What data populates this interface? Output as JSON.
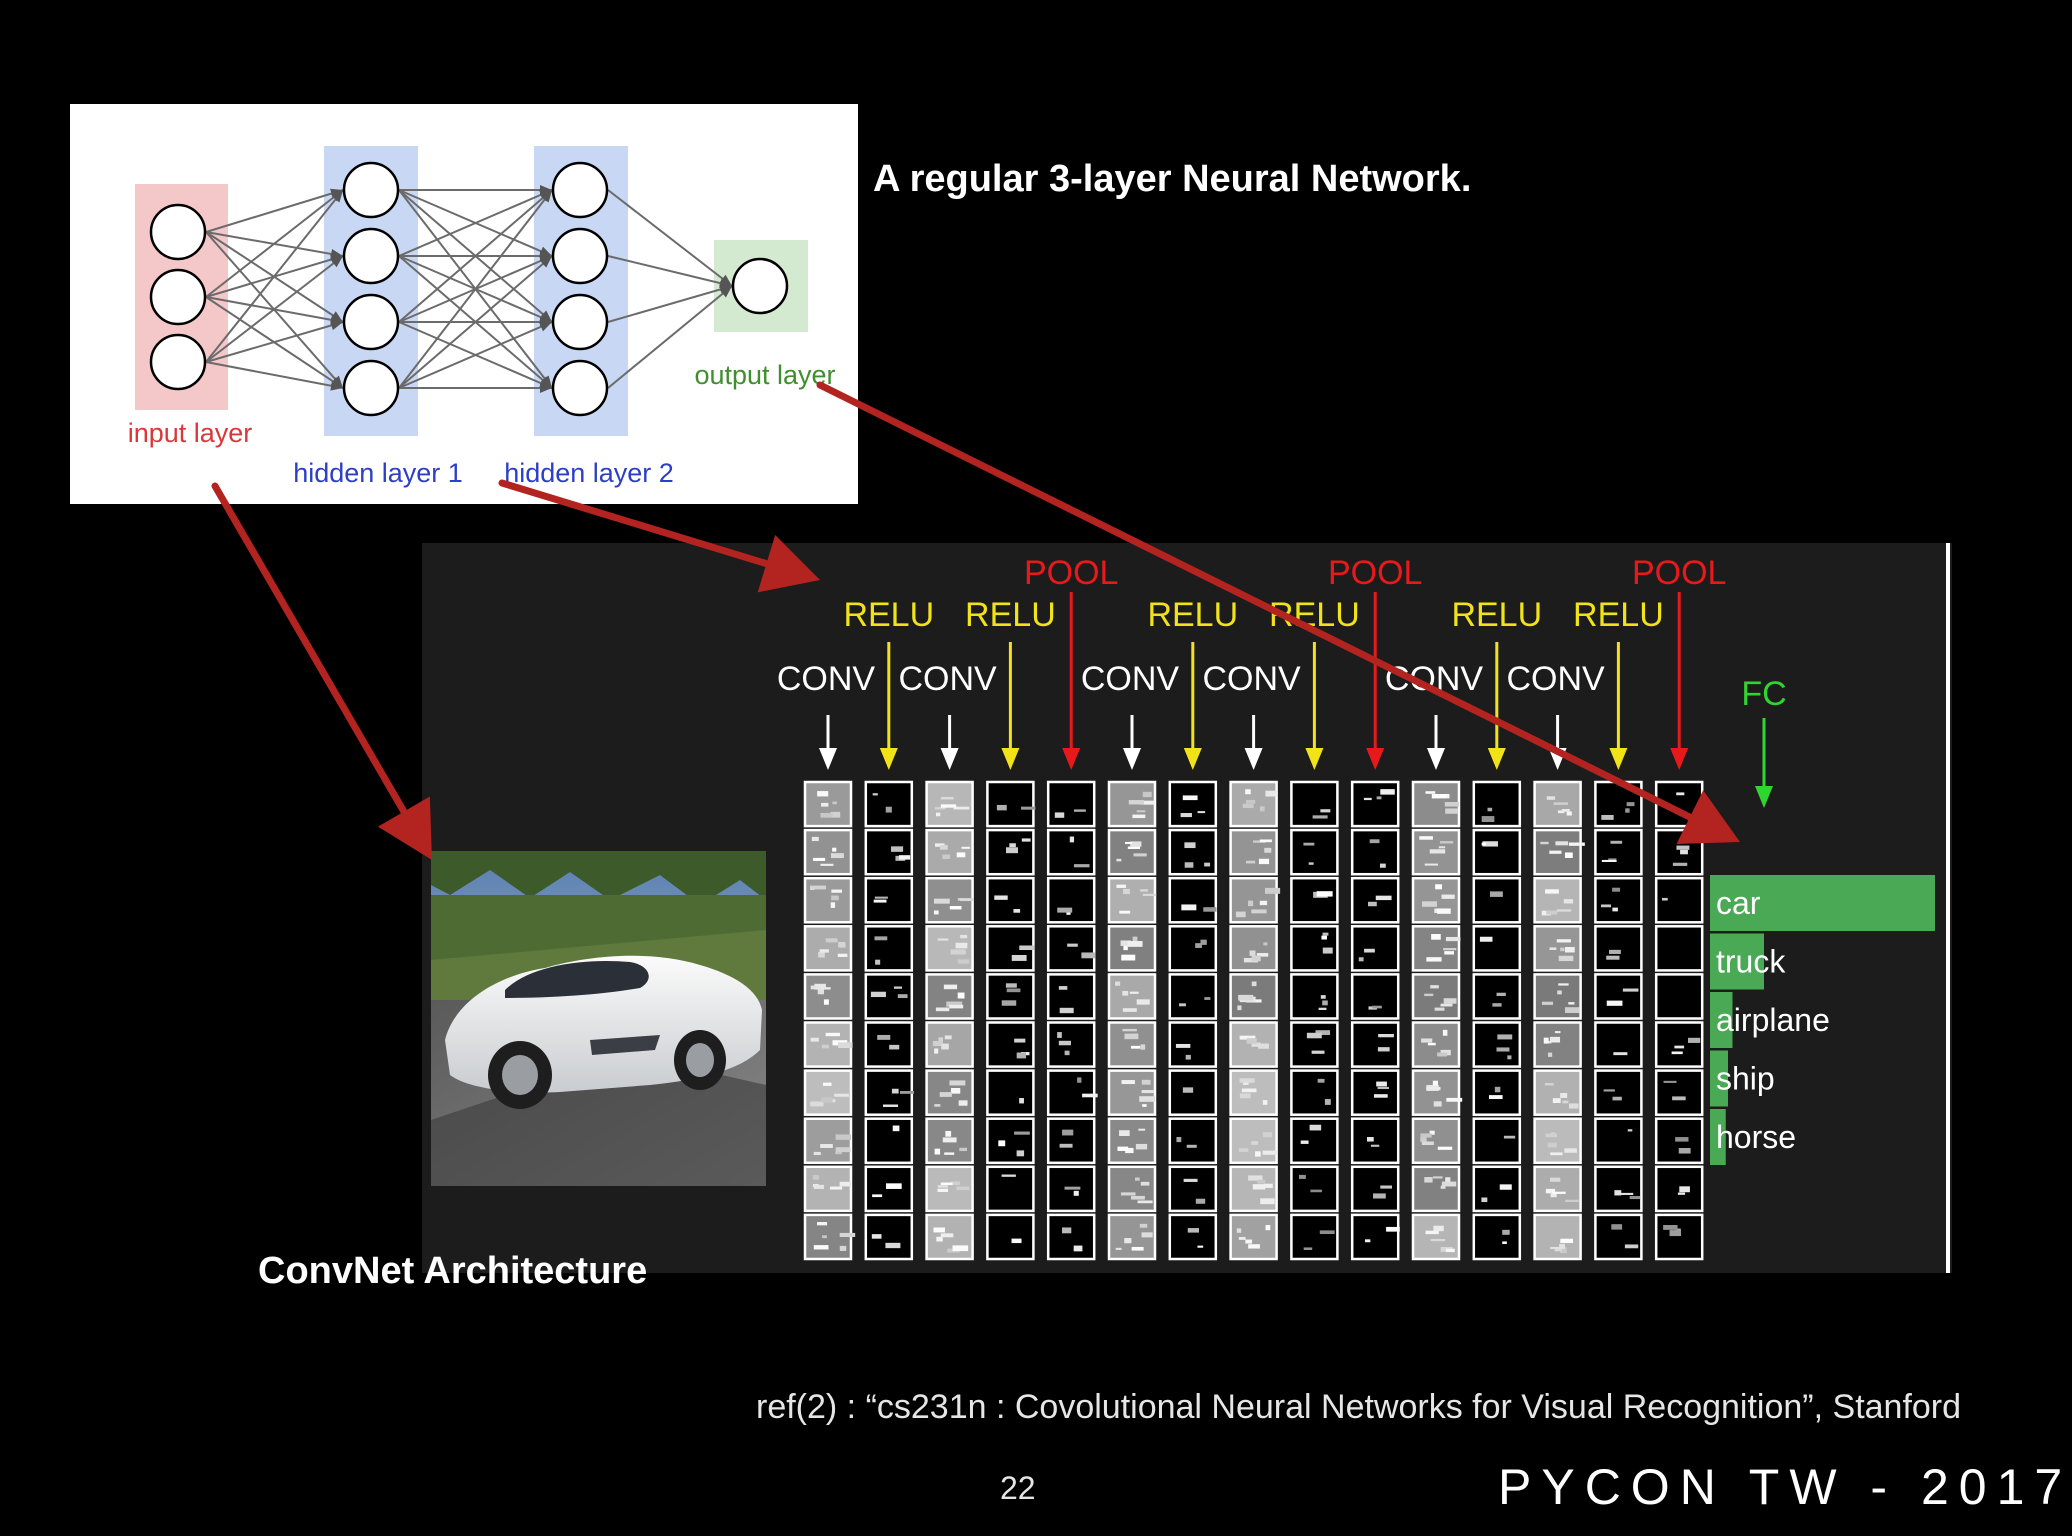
{
  "slide": {
    "nn_title": "A regular 3-layer Neural Network.",
    "convnet_title": "ConvNet Architecture",
    "reference": "ref(2) : “cs231n : Covolutional Neural Networks for Visual Recognition”, Stanford",
    "page_number": "22",
    "brand": "PYCON TW - 2017"
  },
  "neural_network": {
    "layers": [
      {
        "label": "input layer",
        "neurons": 3,
        "color": "#d9383a",
        "band": "#f4c7c9"
      },
      {
        "label": "hidden layer 1",
        "neurons": 4,
        "color": "#2d3ec7",
        "band": "#c8d8f4"
      },
      {
        "label": "hidden layer 2",
        "neurons": 4,
        "color": "#2d3ec7",
        "band": "#c8d8f4"
      },
      {
        "label": "output layer",
        "neurons": 1,
        "color": "#3f8f2f",
        "band": "#d4ead0"
      }
    ]
  },
  "convnet": {
    "layers": [
      {
        "label": "CONV",
        "kind": "conv"
      },
      {
        "label": "RELU",
        "kind": "relu"
      },
      {
        "label": "CONV",
        "kind": "conv"
      },
      {
        "label": "RELU",
        "kind": "relu"
      },
      {
        "label": "POOL",
        "kind": "pool"
      },
      {
        "label": "CONV",
        "kind": "conv"
      },
      {
        "label": "RELU",
        "kind": "relu"
      },
      {
        "label": "CONV",
        "kind": "conv"
      },
      {
        "label": "RELU",
        "kind": "relu"
      },
      {
        "label": "POOL",
        "kind": "pool"
      },
      {
        "label": "CONV",
        "kind": "conv"
      },
      {
        "label": "RELU",
        "kind": "relu"
      },
      {
        "label": "CONV",
        "kind": "conv"
      },
      {
        "label": "RELU",
        "kind": "relu"
      },
      {
        "label": "POOL",
        "kind": "pool"
      }
    ],
    "fc_label": "FC",
    "colors": {
      "conv": "#ffffff",
      "relu": "#f2e21a",
      "pool": "#e8191b",
      "fc": "#2fd62f",
      "bar": "#49a954"
    },
    "classes": [
      {
        "label": "car",
        "score": 1.0
      },
      {
        "label": "truck",
        "score": 0.24
      },
      {
        "label": "airplane",
        "score": 0.1
      },
      {
        "label": "ship",
        "score": 0.08
      },
      {
        "label": "horse",
        "score": 0.07
      }
    ]
  },
  "annotation_arrows": {
    "color": "#b3231f"
  }
}
